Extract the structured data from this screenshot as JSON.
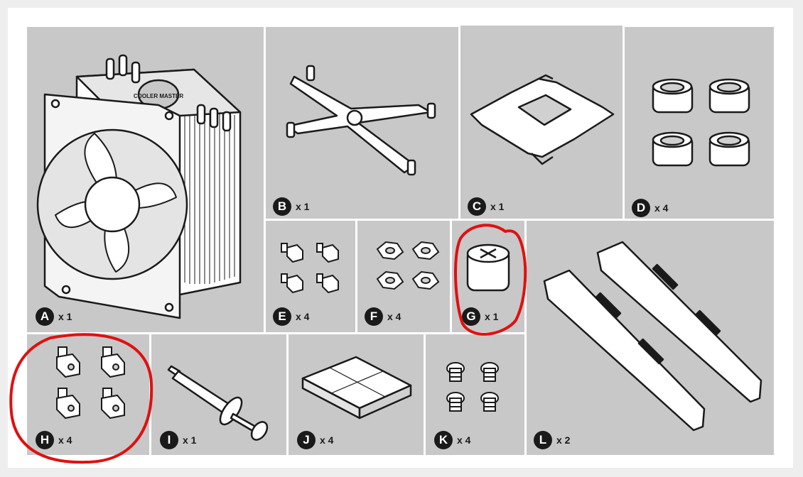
{
  "parts": [
    {
      "letter": "A",
      "qty": "x 1"
    },
    {
      "letter": "B",
      "qty": "x 1"
    },
    {
      "letter": "C",
      "qty": "x 1"
    },
    {
      "letter": "D",
      "qty": "x 4"
    },
    {
      "letter": "E",
      "qty": "x 4"
    },
    {
      "letter": "F",
      "qty": "x 4"
    },
    {
      "letter": "G",
      "qty": "x 1"
    },
    {
      "letter": "H",
      "qty": "x 4"
    },
    {
      "letter": "I",
      "qty": "x 1"
    },
    {
      "letter": "J",
      "qty": "x 4"
    },
    {
      "letter": "K",
      "qty": "x 4"
    },
    {
      "letter": "L",
      "qty": "x 2"
    }
  ],
  "logo_text": "COOLER MASTER",
  "colors": {
    "panel": "#c8c8c8",
    "line": "#1a1a1a",
    "annotation": "#e01010",
    "background": "#eeeeee"
  }
}
